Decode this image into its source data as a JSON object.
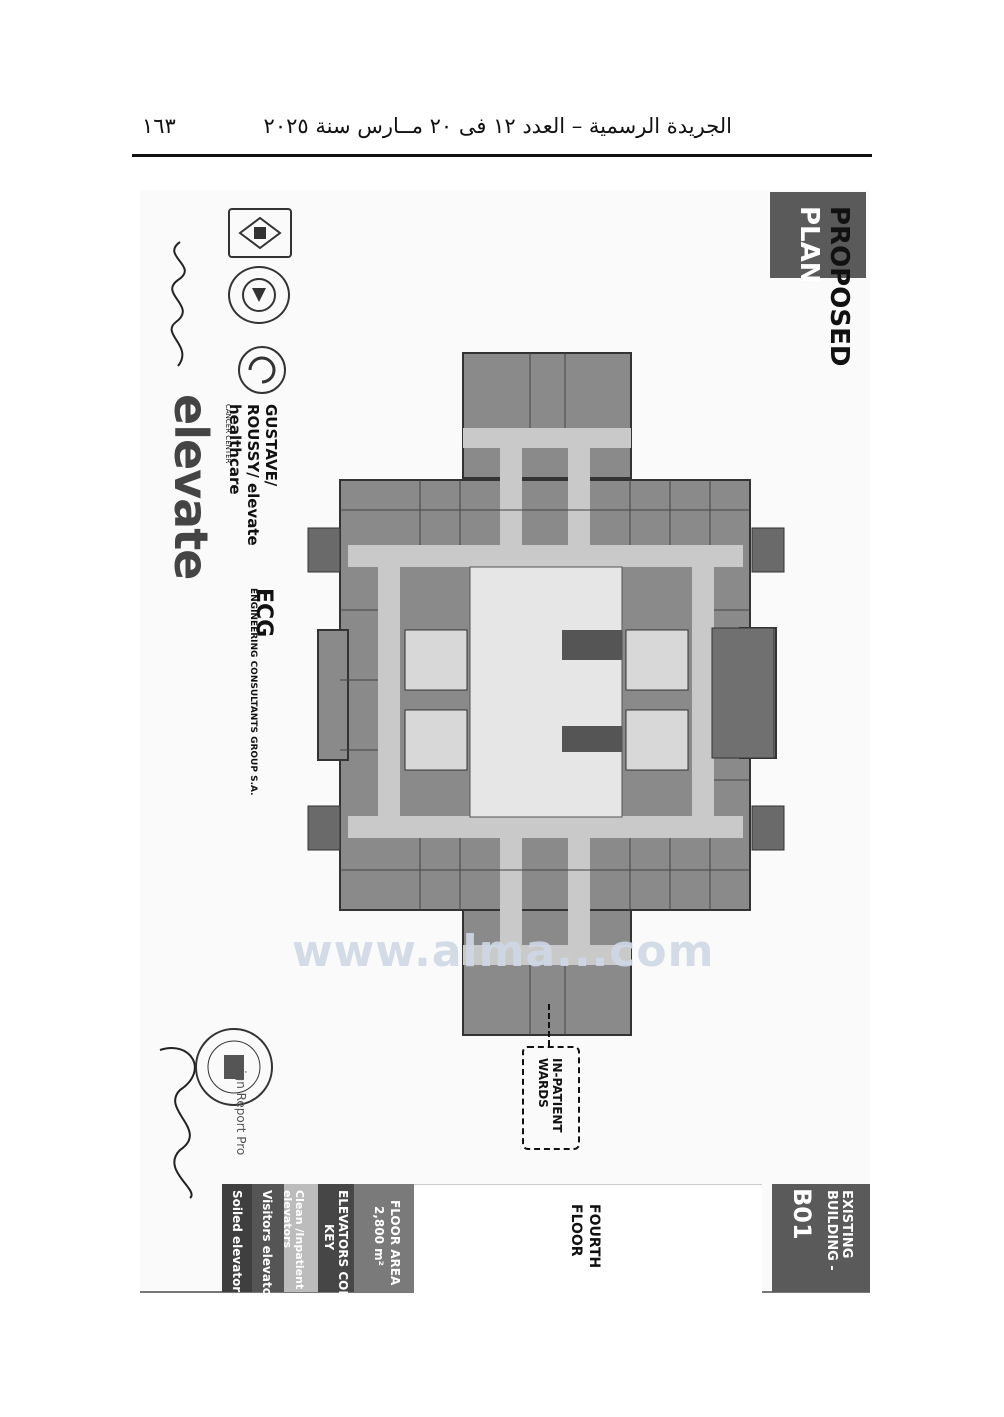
{
  "header": {
    "title": "الجريدة الرسمية – العدد ١٢ فى ٢٠ مــارس سنة ٢٠٢٥",
    "page_number": "١٦٣"
  },
  "proposed_plan": {
    "line1": "PROPOSED",
    "line2": "PLAN"
  },
  "branding": {
    "elevate": "elevate",
    "gustave_roussy_line1": "GUSTAVE/",
    "gustave_roussy_line2": "ROUSSY/ elevate",
    "gustave_roussy_line3": "healthcare",
    "ecg": "ECG",
    "ecg_sub": "ENGINEERING CONSULTANTS GROUP S.A.",
    "seal_text": "CANCER CENTER"
  },
  "plan_labels": {
    "wards": "IN-PATIENT WARDS"
  },
  "sidebar": {
    "existing_building": "EXISTING BUILDING -",
    "building_code": "B01",
    "floor": "FOURTH FLOOR",
    "floor_area_label": "FLOOR AREA",
    "floor_area_value": "2,800 m²",
    "elevators_core": "ELEVATORS CORE",
    "key": "KEY",
    "clean_inpatient": "Clean /Inpatient",
    "elevators": "elevators",
    "visitors_elevators": "Visitors elevators",
    "soiled_elevator": "Soiled elevator",
    "report_text": "sign Report Pro"
  },
  "watermark": "www.alma...com",
  "colors": {
    "corridor": "#c9c9c9",
    "room": "#8a8a8a",
    "dark_block": "#555555"
  }
}
